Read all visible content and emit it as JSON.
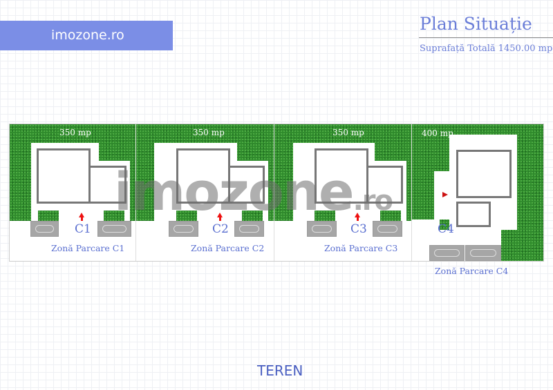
{
  "brand": "imozone.ro",
  "title": "Plan Situație",
  "subtitle": "Suprafață Totală 1450.00 mp",
  "lots": [
    {
      "area": "350 mp",
      "code": "C1",
      "parking": "Zonă Parcare C1"
    },
    {
      "area": "350 mp",
      "code": "C2",
      "parking": "Zonă Parcare C2"
    },
    {
      "area": "350 mp",
      "code": "C3",
      "parking": "Zonă Parcare C3"
    },
    {
      "area": "400 mp",
      "code": "C4",
      "parking": "Zonă Parcare C4"
    }
  ],
  "watermark": {
    "main": "imozone",
    "suffix": ".ro"
  },
  "footer": "TEREN",
  "colors": {
    "brand": "#7b8ee6",
    "text_accent": "#5a6fd0",
    "grass": "#2f8a2c",
    "walls": "#777777",
    "entry_arrow": "#ee1111"
  }
}
